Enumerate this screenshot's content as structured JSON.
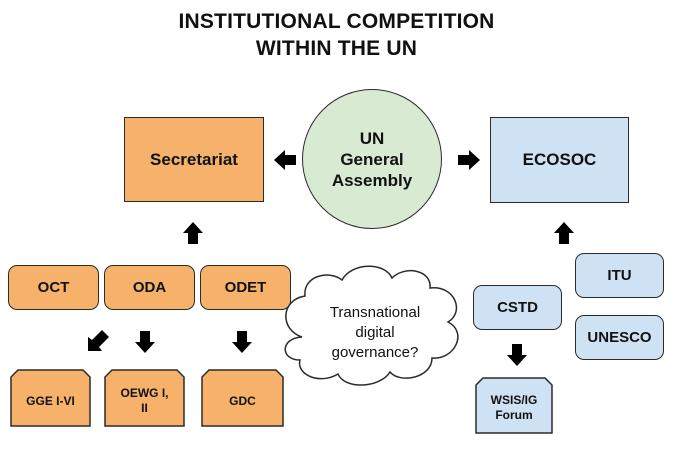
{
  "title": {
    "line1": "INSTITUTIONAL COMPETITION",
    "line2": "WITHIN THE UN"
  },
  "center": {
    "line1": "UN",
    "line2": "General",
    "line3": "Assembly"
  },
  "secretariat": "Secretariat",
  "ecosoc": "ECOSOC",
  "offices": {
    "oct": "OCT",
    "oda": "ODA",
    "odet": "ODET"
  },
  "processes": {
    "gge": "GGE I-VI",
    "oewg_line1": "OEWG I,",
    "oewg_line2": "II",
    "gdc": "GDC"
  },
  "ecosoc_bodies": {
    "itu": "ITU",
    "cstd": "CSTD",
    "unesco": "UNESCO",
    "wsis_line1": "WSIS/IG",
    "wsis_line2": "Forum"
  },
  "cloud": {
    "line1": "Transnational",
    "line2": "digital",
    "line3": "governance?"
  },
  "colors": {
    "orange": "#f6b26b",
    "blue": "#cfe2f3",
    "green": "#d9ead3",
    "border": "#2b2b2b"
  }
}
